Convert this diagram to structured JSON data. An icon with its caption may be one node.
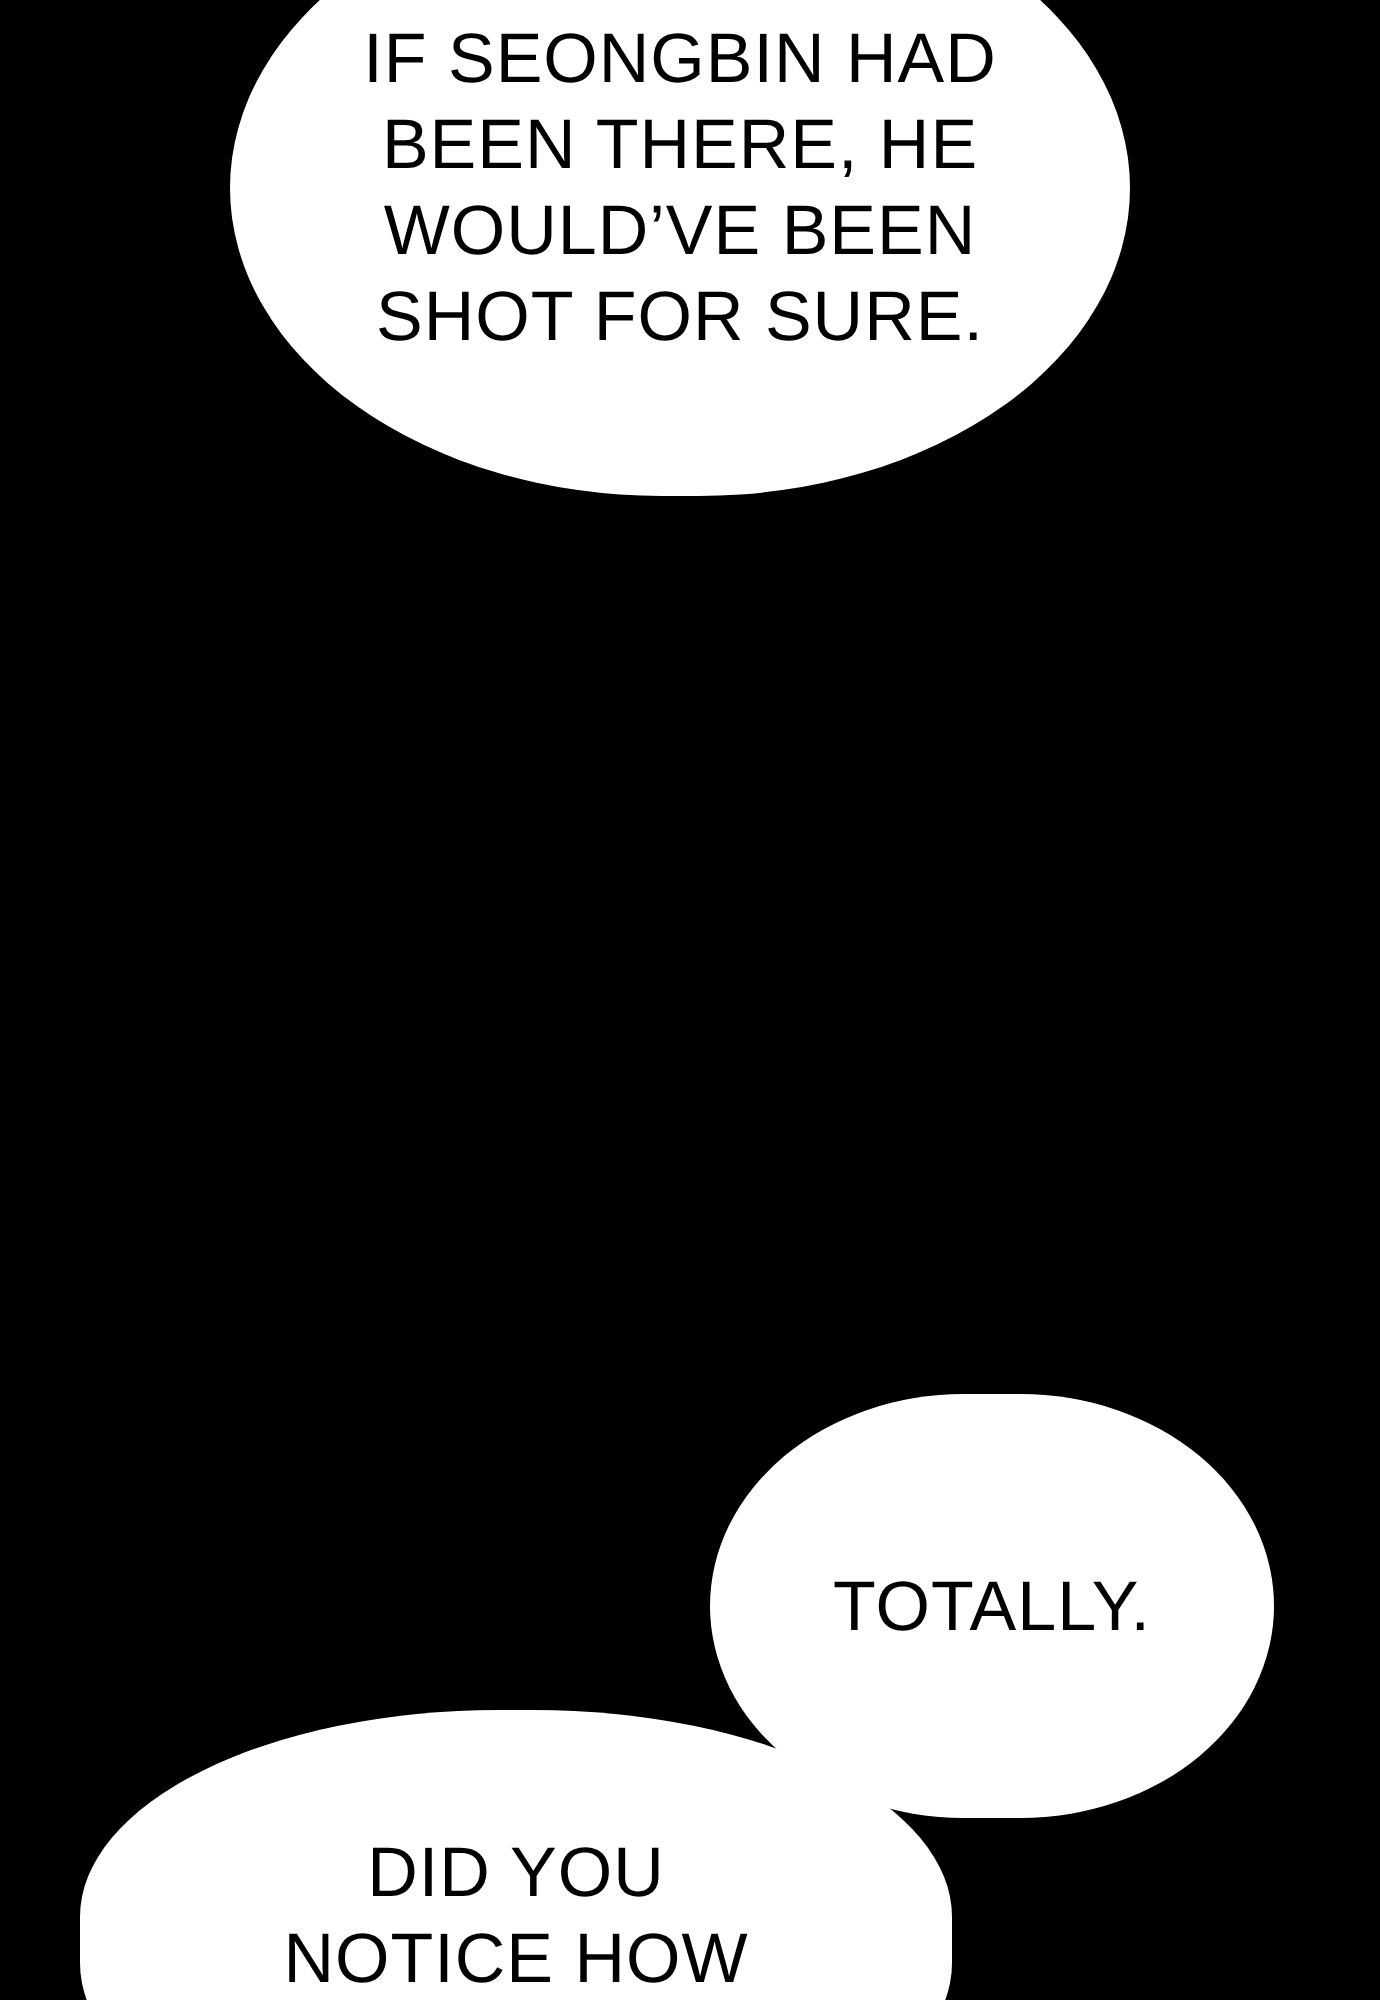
{
  "diagram": {
    "nodes": [
      {
        "text": [
          "IF SEONGBIN HAD BEEN THERE, HE WOULD’VE BEEN SHOT FOR SURE."
        ]
      },
      {
        "text": [
          "TOTALLY."
        ]
      },
      {
        "text": [
          "DID YOU NOTICE HOW"
        ]
      }
    ]
  }
}
